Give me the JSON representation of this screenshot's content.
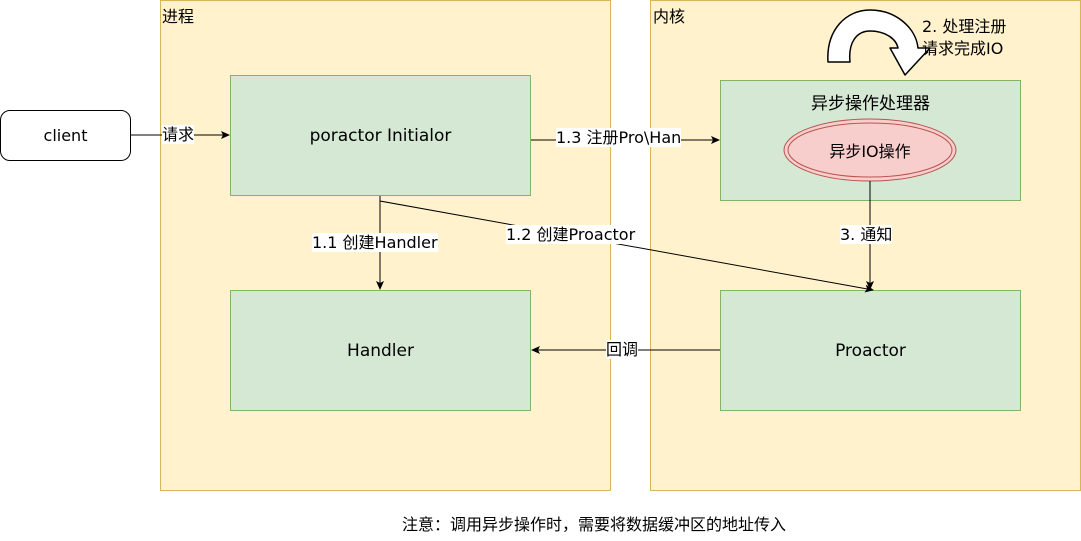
{
  "containers": {
    "process_title": "进程",
    "kernel_title": "内核"
  },
  "nodes": {
    "client": "client",
    "initiator": "poractor Initialor",
    "handler": "Handler",
    "async_processor": "异步操作处理器",
    "async_io": "异步IO操作",
    "proactor": "Proactor"
  },
  "edges": {
    "request": "请求",
    "create_handler": "1.1 创建Handler",
    "create_proactor": "1.2 创建Proactor",
    "register": "1.3 注册Pro\\Han",
    "process_register_line1": "2. 处理注册",
    "process_register_line2": "请求完成IO",
    "notify": "3. 通知",
    "callback": "回调"
  },
  "note": "注意：调用异步操作时，需要将数据缓冲区的地址传入",
  "colors": {
    "container_fill": "#fff2cc",
    "container_stroke": "#d6b656",
    "node_fill": "#d5e8d4",
    "node_stroke": "#82b366",
    "ellipse_fill": "#f8cecc",
    "ellipse_stroke": "#b85450"
  }
}
